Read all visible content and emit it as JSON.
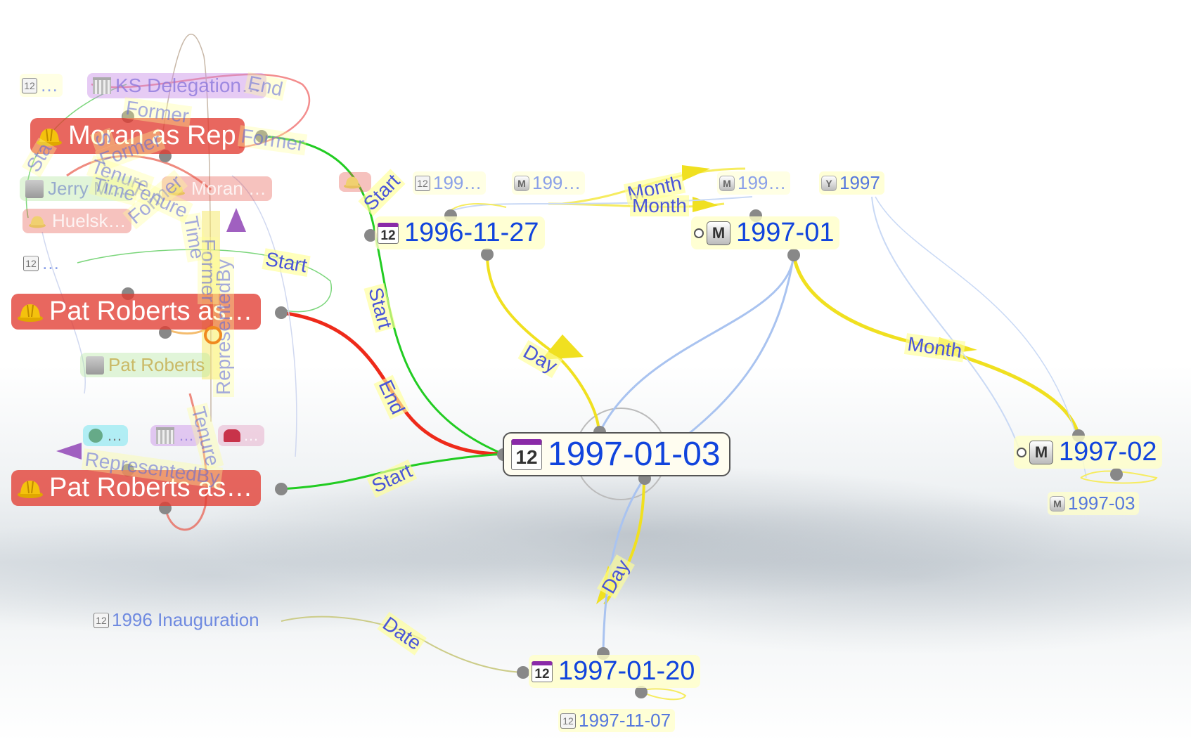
{
  "nodes": {
    "focus": "1997-01-03",
    "date_1996_11_27": "1996-11-27",
    "month_1997_01": "1997-01",
    "month_1997_02": "1997-02",
    "date_1997_01_20": "1997-01-20",
    "date_1997_11_07": "1997-11-07",
    "month_1997_03": "1997-03",
    "year_1997": "1997",
    "inauguration": "1996 Inauguration",
    "date_ellipsis_1": "199…",
    "month_ellipsis_1": "199…",
    "month_ellipsis_2": "199…",
    "cal_ellipsis_top": "…",
    "cal_ellipsis_mid": "…",
    "moran_rep": "Moran as Rep",
    "pat_roberts_1": "Pat Roberts as…",
    "pat_roberts_2": "Pat Roberts as…",
    "pat_roberts_person": "Pat Roberts",
    "ks_delegation": "KS Delegation…",
    "jerry": "Jerry M…",
    "moran_faint": "Moran …",
    "huelsk": "Huelsk…",
    "cyan_ellipsis": "…",
    "purple_ellipsis": "…",
    "gop_ellipsis": "…"
  },
  "icons": {
    "calendar": "12",
    "month": "M",
    "year": "Y"
  },
  "edge_labels": {
    "day_upper": "Day",
    "day_lower": "Day",
    "month_right": "Month",
    "month_top_1": "Month",
    "month_top_2": "Month",
    "end_red": "End",
    "start_green_upper": "Start",
    "start_green_lower": "Start",
    "start_tilt": "Start",
    "start_mid": "Start",
    "date": "Date",
    "end_top": "End",
    "former_1": "Former",
    "former_2": "Former",
    "former_3": "Former",
    "former_4": "Former",
    "former_5": "Former",
    "tenure_1": "Tenure",
    "tenure_2": "Tenure",
    "tenure_3": "Tenure",
    "time_1": "Time",
    "time_2": "Time",
    "represented_by_1": "RepresentedBy",
    "represented_by_2": "RepresentedBy",
    "sta": "Sta",
    "s": "S"
  },
  "colors": {
    "red_node": "#e03c32",
    "date_text": "#1144dd",
    "yellow_link": "#f0e020",
    "green_link": "#22cc22",
    "red_link": "#ee2a1a",
    "blue_link": "#a9c3f0"
  }
}
